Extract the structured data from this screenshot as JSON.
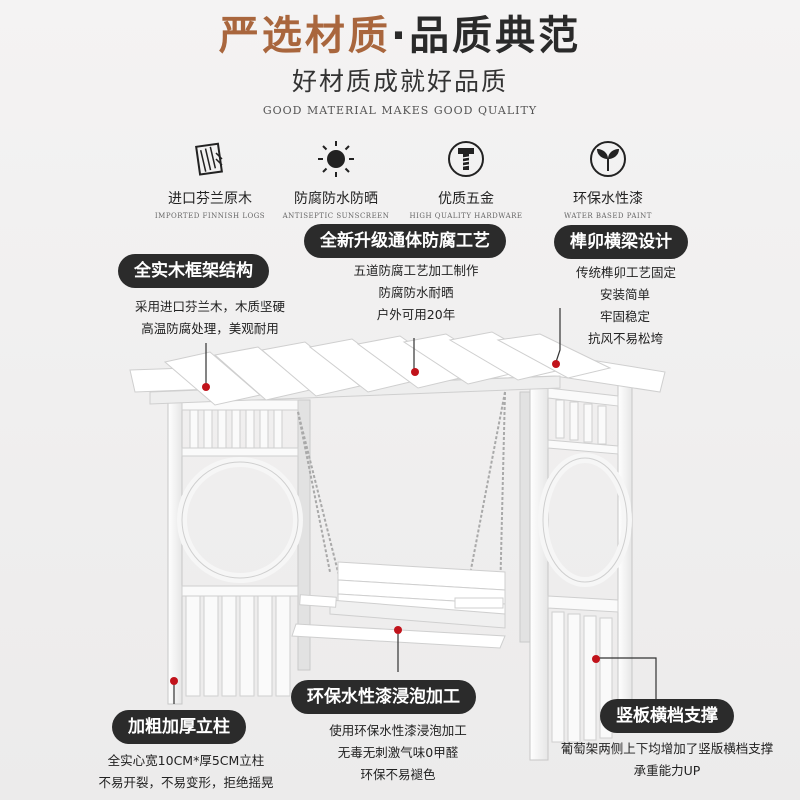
{
  "header": {
    "title_highlight": "严选材质",
    "title_sep": "·",
    "title_rest": "品质典范",
    "subtitle": "好材质成就好品质",
    "english": "GOOD MATERIAL MAKES GOOD QUALITY"
  },
  "features": [
    {
      "icon": "wood-planks-icon",
      "zh": "进口芬兰原木",
      "en": "IMPORTED FINNISH LOGS"
    },
    {
      "icon": "sun-icon",
      "zh": "防腐防水防晒",
      "en": "ANTISEPTIC SUNSCREEN"
    },
    {
      "icon": "screw-icon",
      "zh": "优质五金",
      "en": "HIGH QUALITY HARDWARE"
    },
    {
      "icon": "leaf-icon",
      "zh": "环保水性漆",
      "en": "WATER BASED PAINT"
    }
  ],
  "callouts": {
    "frame": {
      "title": "全实木框架结构",
      "lines": [
        "采用进口芬兰木，木质坚硬",
        "高温防腐处理，美观耐用"
      ]
    },
    "anticorrosion": {
      "title": "全新升级通体防腐工艺",
      "lines": [
        "五道防腐工艺加工制作",
        "防腐防水耐晒",
        "户外可用20年"
      ]
    },
    "mortise": {
      "title": "榫卯横梁设计",
      "lines": [
        "传统榫卯工艺固定",
        "安装简单",
        "牢固稳定",
        "抗风不易松垮"
      ]
    },
    "post": {
      "title": "加粗加厚立柱",
      "lines": [
        "全实心宽10CM*厚5CM立柱",
        "不易开裂，不易变形，拒绝摇晃"
      ]
    },
    "paint": {
      "title": "环保水性漆浸泡加工",
      "lines": [
        "使用环保水性漆浸泡加工",
        "无毒无刺激气味0甲醛",
        "环保不易褪色"
      ]
    },
    "panel": {
      "title": "竖板横档支撑",
      "lines": [
        "葡萄架两侧上下均增加了竖版横档支撑",
        "承重能力UP"
      ]
    }
  },
  "colors": {
    "accent": "#a9663d",
    "pill": "#2b2b2b",
    "marker": "#c1131b"
  }
}
